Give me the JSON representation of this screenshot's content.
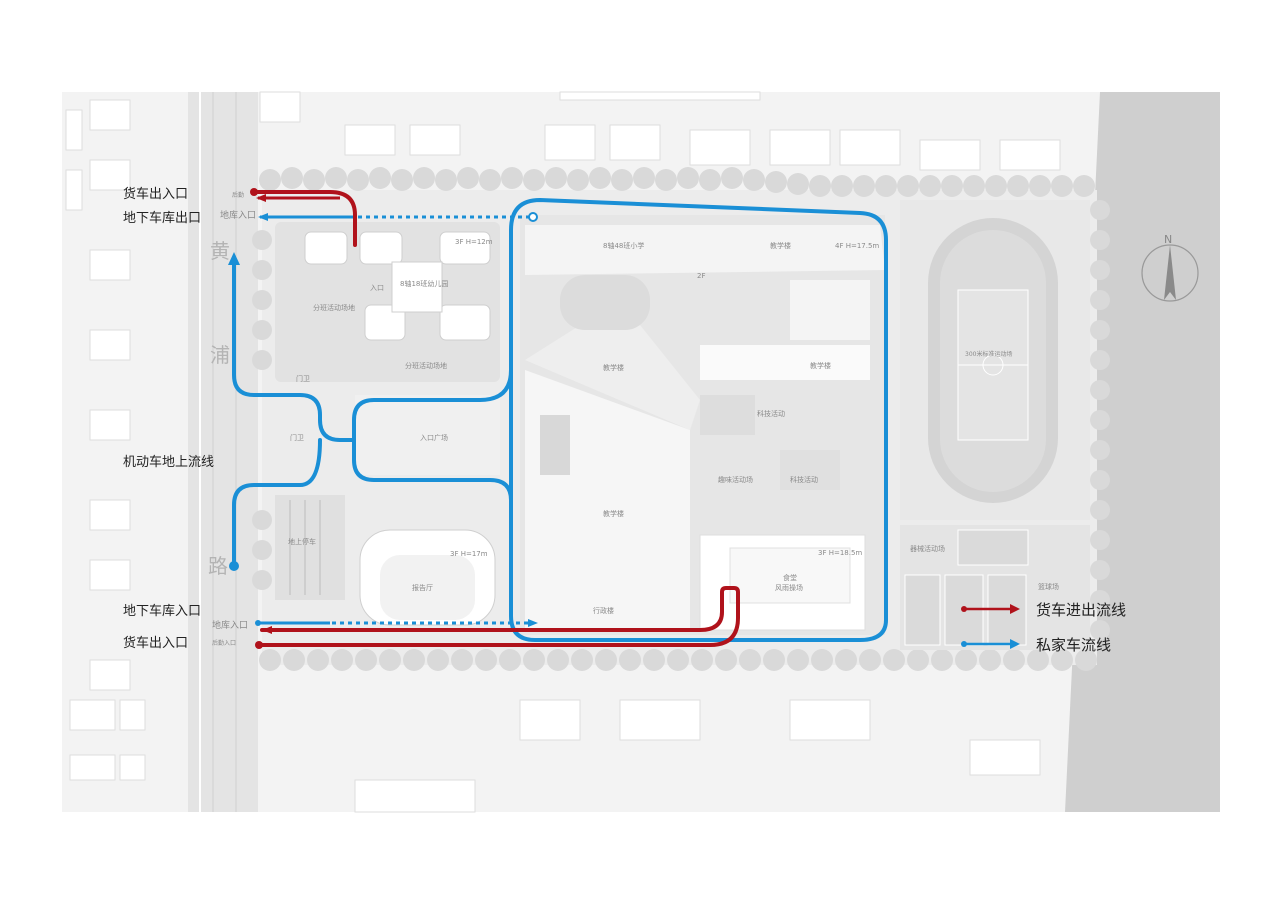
{
  "labels": {
    "truck_exit_top": "货车出入口",
    "garage_exit": "地下车库出口",
    "ground_flow": "机动车地上流线",
    "garage_entry": "地下车库入口",
    "truck_exit_bottom": "货车出入口"
  },
  "small_labels": {
    "garage_in_top": "地库入口",
    "garage_in_bottom": "地库入口",
    "truck_gate_top": "后勤",
    "truck_gate_bottom": "后勤入口"
  },
  "road_name": [
    "黄",
    "浦",
    "路"
  ],
  "buildings": {
    "kindergarten": "8轴18班幼儿园",
    "primary_school": "8轴48班小学",
    "teaching_1": "教学楼",
    "teaching_2": "教学楼",
    "teaching_3": "教学楼",
    "teaching_4": "教学楼",
    "admin": "行政楼",
    "canteen": "食堂",
    "canteen_sub": "风雨操场",
    "hall": "报告厅",
    "track": "300米标准运动场",
    "parking": "地上停车",
    "activity_1": "分班活动场地",
    "activity_2": "分班活动场地",
    "entry_plaza": "入口广场",
    "entry": "入口",
    "gate_1": "门卫",
    "gate_2": "门卫",
    "tech": "科技活动",
    "art": "科技活动",
    "play": "趣味活动场",
    "court": "篮球场",
    "fitness": "器械活动场",
    "h1": "3F H=12m",
    "h2": "4F H=17.5m",
    "h3": "3F H=18.5m",
    "h4": "3F H=17m",
    "f2": "2F",
    "north": "N"
  },
  "legend": [
    {
      "label": "货车进出流线",
      "color": "#b0121b"
    },
    {
      "label": "私家车流线",
      "color": "#1a8fd6"
    }
  ],
  "colors": {
    "truck": "#b0121b",
    "private": "#1a8fd6"
  }
}
